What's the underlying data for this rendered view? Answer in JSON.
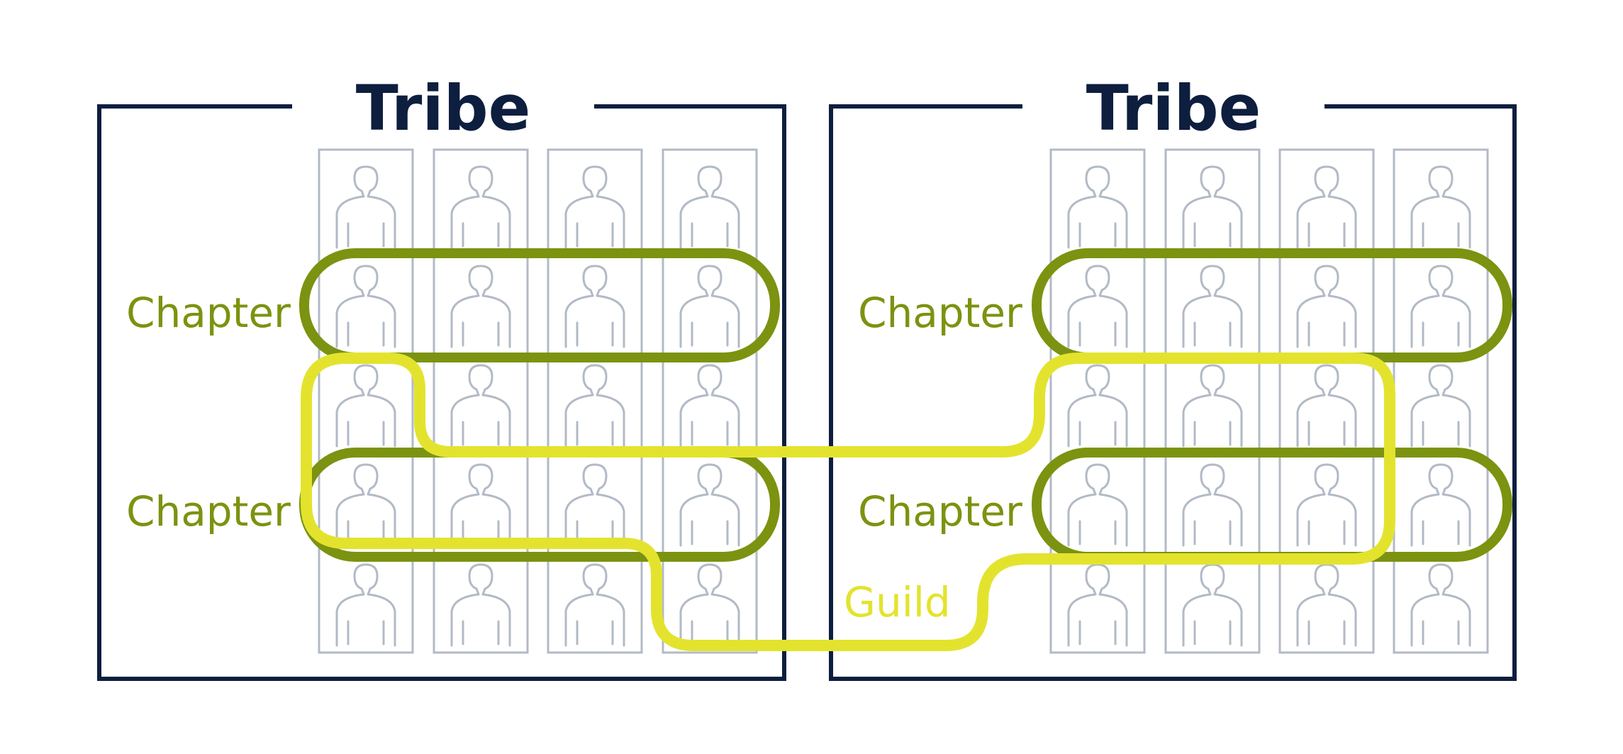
{
  "colors": {
    "tribe": "#0d1e3f",
    "member": "#b2bac6",
    "chapter": "#7b9310",
    "guild": "#e3e32e"
  },
  "icons": {
    "member": "person-outline-icon"
  },
  "tribes": [
    {
      "title": "Tribe",
      "chapters": [
        "Chapter",
        "Chapter"
      ],
      "columns": 4,
      "rows": 5
    },
    {
      "title": "Tribe",
      "chapters": [
        "Chapter",
        "Chapter"
      ],
      "columns": 4,
      "rows": 5
    }
  ],
  "guild": {
    "label": "Guild"
  }
}
